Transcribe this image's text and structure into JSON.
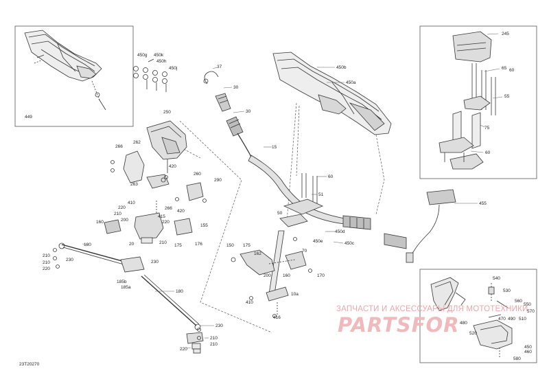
{
  "diagram": {
    "code": "23T20270",
    "watermark": {
      "line1": "ЗАПЧАСТИ И АКСЕССУАРЫ ДЛЯ МОТОТЕХНИКИ",
      "line2": "PARTSFOR"
    },
    "insets": {
      "handguard_kit": {
        "label": "449"
      },
      "riser_kit": {
        "labels": [
          "245",
          "65",
          "60",
          "55",
          "75",
          "60"
        ]
      },
      "light_kit": {
        "labels": [
          "540",
          "530",
          "560",
          "550",
          "570",
          "480",
          "470",
          "490",
          "510",
          "520",
          "450",
          "460",
          "580"
        ]
      }
    },
    "callouts": [
      "450g",
      "450k",
      "450h",
      "450j",
      "37",
      "30",
      "30",
      "450b",
      "450a",
      "250",
      "15",
      "262",
      "266",
      "420",
      "263",
      "260",
      "290",
      "60",
      "51",
      "410",
      "220",
      "210",
      "200",
      "266",
      "420",
      "415",
      "220",
      "155",
      "160",
      "210",
      "20",
      "176",
      "175",
      "50",
      "450e",
      "450d",
      "450c",
      "150",
      "175",
      "162",
      "70",
      "455",
      "180",
      "230",
      "210",
      "210",
      "220",
      "230",
      "185b",
      "185a",
      "200",
      "160",
      "170",
      "410",
      "10a",
      "416",
      "180",
      "230",
      "210",
      "210",
      "220"
    ]
  }
}
